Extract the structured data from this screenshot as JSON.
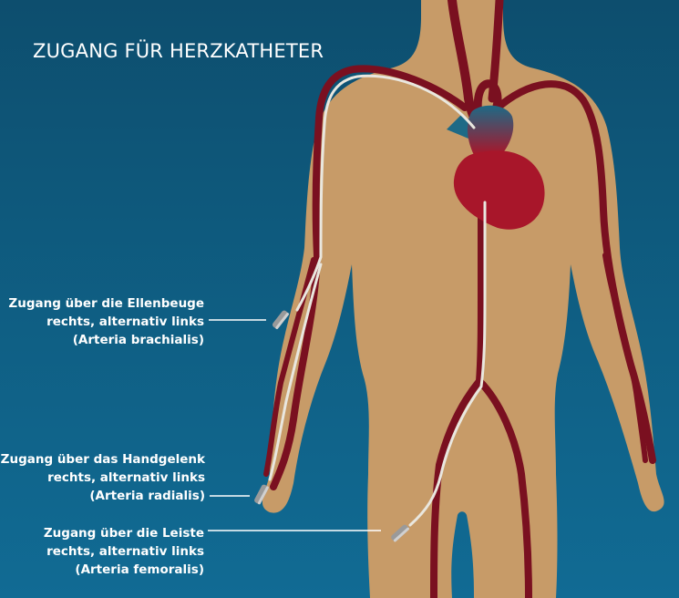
{
  "title": "ZUGANG FÜR HERZKATHETER",
  "colors": {
    "background": "#0f5f84",
    "body": "#c79b68",
    "artery": "#7a1020",
    "heart": "#a8162a",
    "vein": "#1e6a86",
    "catheter": "#e9e7df"
  },
  "access_points": [
    {
      "lines": [
        "Zugang über die Ellenbeuge",
        "rechts, alternativ links",
        "(Arteria brachialis)"
      ]
    },
    {
      "lines": [
        "Zugang über das Handgelenk",
        "rechts, alternativ links",
        "(Arteria radialis)"
      ]
    },
    {
      "lines": [
        "Zugang über die Leiste",
        "rechts, alternativ links",
        "(Arteria femoralis)"
      ]
    }
  ]
}
